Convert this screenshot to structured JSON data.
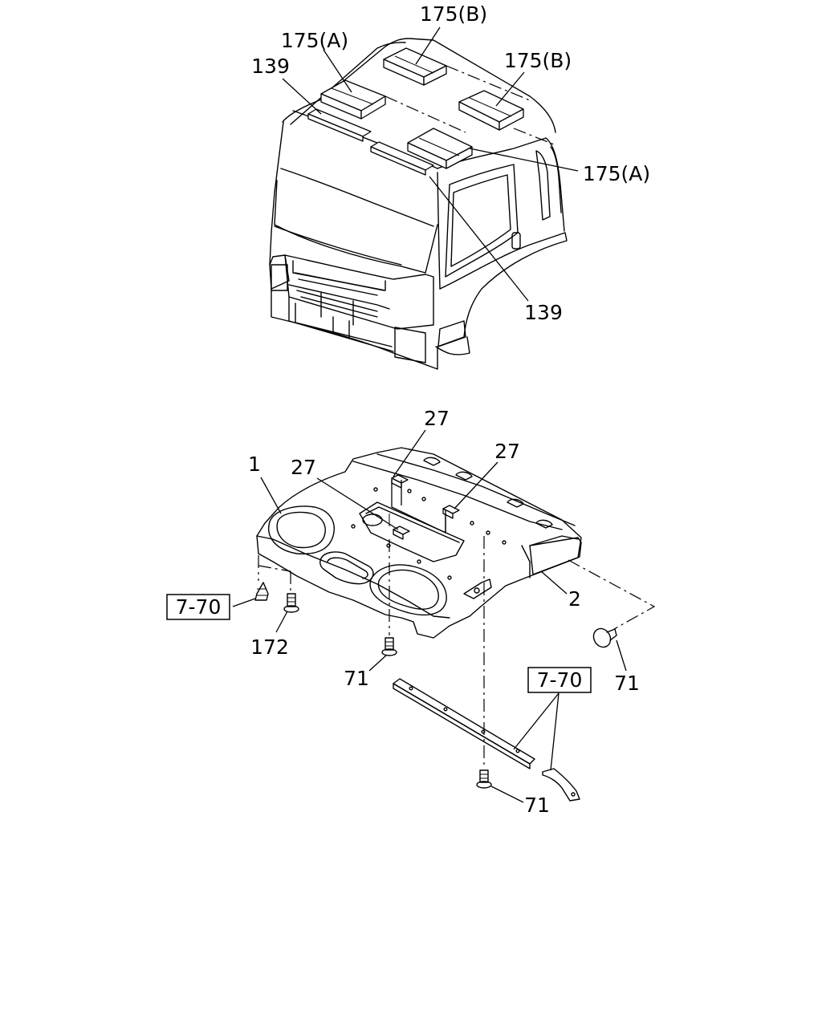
{
  "labels": {
    "top_175b_top": "175(B)",
    "top_175a_left": "175(A)",
    "top_175b_right": "175(B)",
    "top_139_left": "139",
    "top_175a_right": "175(A)",
    "top_139_bottom": "139",
    "bot_27_top": "27",
    "bot_27_right": "27",
    "bot_27_left": "27",
    "bot_1": "1",
    "bot_2": "2",
    "bot_172": "172",
    "bot_71_center": "71",
    "bot_71_right": "71",
    "bot_71_bottom": "71"
  },
  "refs": {
    "ref_left": "7-70",
    "ref_right": "7-70"
  }
}
